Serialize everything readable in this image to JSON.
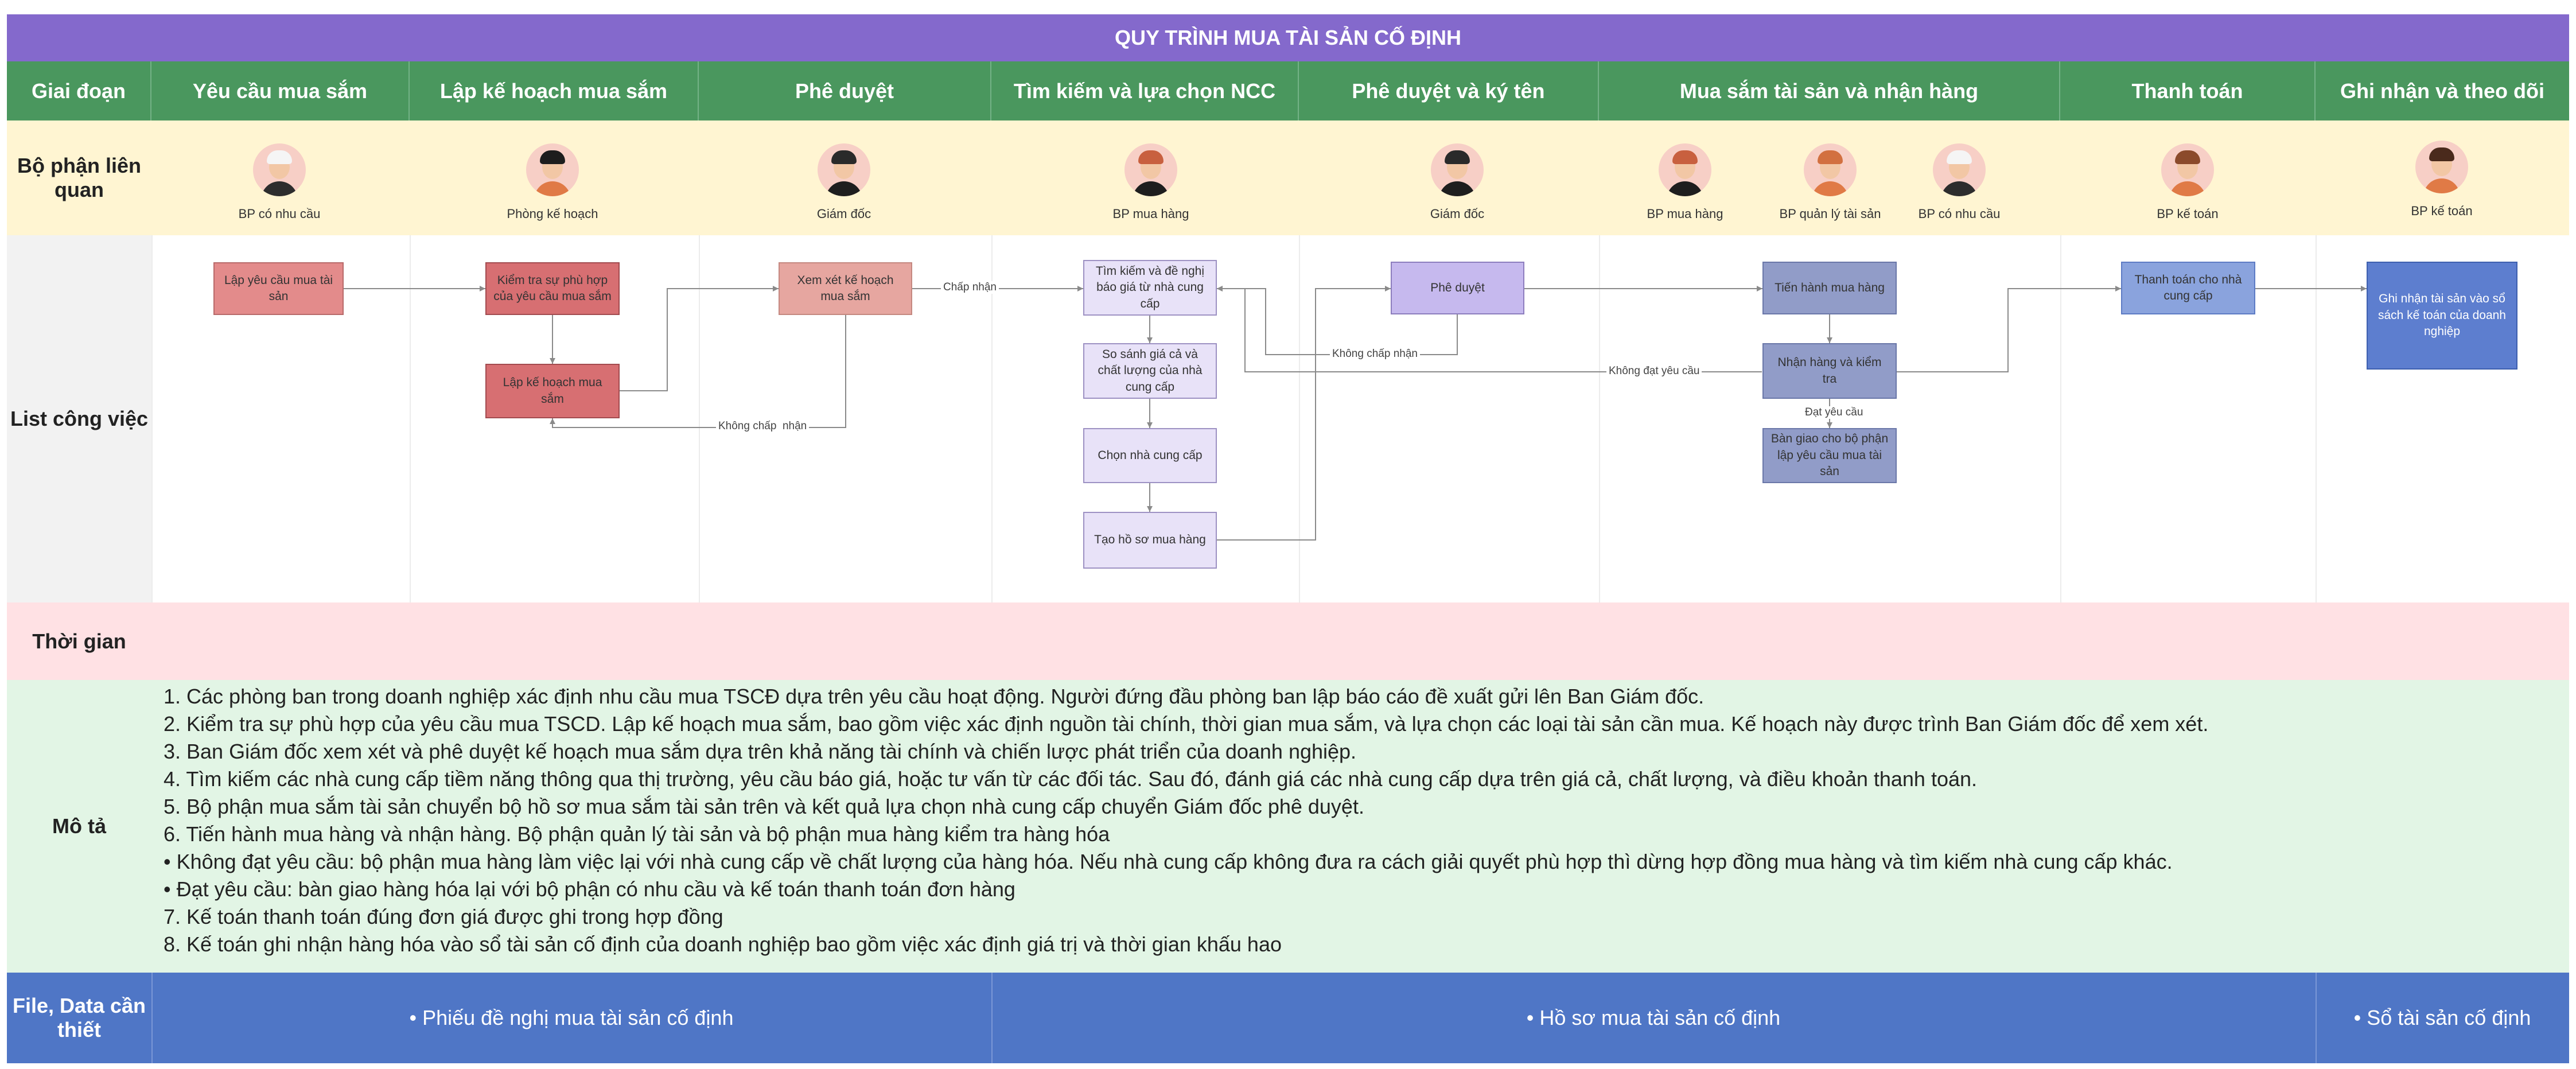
{
  "title": "QUY TRÌNH MUA TÀI SẢN CỐ ĐỊNH",
  "headers": [
    "Giai đoạn",
    "Yêu cầu mua sắm",
    "Lập kế hoạch mua sắm",
    "Phê duyệt",
    "Tìm kiếm và lựa chọn NCC",
    "Phê duyệt và ký tên",
    "Mua sắm tài sản và nhận hàng",
    "Thanh toán",
    "Ghi nhận và theo dõi"
  ],
  "row_labels": {
    "dept": "Bộ phận liên quan",
    "work": "List công việc",
    "time": "Thời gian",
    "desc": "Mô tả",
    "file": "File, Data cần thiết"
  },
  "people": [
    {
      "label": "BP có nhu cầu",
      "hair": "#F5F5F5",
      "body": "#2d2d2d"
    },
    {
      "label": "Phòng kế hoạch",
      "hair": "#1d1d1d",
      "body": "#E07A46"
    },
    {
      "label": "Giám đốc",
      "hair": "#2a2a2a",
      "body": "#1e1e1e"
    },
    {
      "label": "BP mua hàng",
      "hair": "#C8603F",
      "body": "#1e1e1e"
    },
    {
      "label": "Giám đốc",
      "hair": "#2a2a2a",
      "body": "#1e1e1e"
    },
    {
      "label": "BP mua hàng",
      "hair": "#C8603F",
      "body": "#1e1e1e"
    },
    {
      "label": "BP quản lý tài sản",
      "hair": "#D27040",
      "body": "#E07A46"
    },
    {
      "label": "BP có nhu cầu",
      "hair": "#F5F5F5",
      "body": "#2d2d2d"
    },
    {
      "label": "BP kế toán",
      "hair": "#8B4A2B",
      "body": "#E07A46"
    },
    {
      "label": "BP kế toán",
      "hair": "#4a2a1c",
      "body": "#E07A46"
    }
  ],
  "tasks": {
    "t1": "Lập yêu cầu mua tài sản",
    "t2": "Kiểm tra sự phù hợp của yêu cầu mua sắm",
    "t3": "Lập kế hoạch mua sắm",
    "t4": "Xem xét kế hoạch mua sắm",
    "t5": "Tìm kiếm và đề nghị báo giá từ nhà cung cấp",
    "t6": "So sánh giá cả và chất lượng của nhà cung cấp",
    "t7": "Chọn nhà cung cấp",
    "t8": "Tạo hồ sơ mua hàng",
    "t9": "Phê duyệt",
    "t10": "Tiến hành mua hàng",
    "t11": "Nhận hàng và kiểm tra",
    "t12": "Bàn giao cho bộ phận lập yêu cầu mua tài sản",
    "t13": "Thanh toán cho nhà cung cấp",
    "t14": "Ghi nhận tài sản vào sổ sách kế toán của doanh nghiệp"
  },
  "edge_labels": {
    "approved": "Chấp nhận",
    "rejected_plan": "Không chấp  nhận",
    "rejected_dir": "Không chấp nhận",
    "not_meet": "Không đạt yêu cầu",
    "meet": "Đạt yêu cầu"
  },
  "description": [
    "1. Các phòng ban trong doanh nghiệp xác định nhu cầu mua TSCĐ dựa trên yêu cầu hoạt động. Người đứng đầu phòng ban lập báo cáo đề xuất gửi lên Ban Giám đốc.",
    "2. Kiểm tra sự phù hợp của yêu cầu mua TSCD. Lập kế hoạch mua sắm, bao gồm việc xác định nguồn tài chính, thời gian mua sắm, và lựa chọn các loại tài sản cần mua. Kế hoạch này được trình Ban Giám đốc để xem xét.",
    "3. Ban Giám đốc xem xét và phê duyệt kế hoạch mua sắm dựa trên khả năng tài chính và chiến lược phát triển của doanh nghiệp.",
    "4. Tìm kiếm các nhà cung cấp tiềm năng thông qua thị trường, yêu cầu báo giá, hoặc tư vấn từ các đối tác. Sau đó, đánh giá các nhà cung cấp dựa trên giá cả, chất lượng, và điều khoản thanh toán.",
    "5. Bộ phận mua sắm tài sản chuyển bộ hồ sơ mua sắm tài sản trên và kết quả lựa chọn nhà cung cấp chuyển Giám đốc phê duyệt.",
    "6. Tiến hành mua hàng và nhận hàng. Bộ phận quản lý tài sản và bộ phận mua hàng kiểm tra hàng hóa",
    "•  Không đạt yêu cầu: bộ phận mua hàng làm việc lại với nhà cung cấp về chất lượng của hàng hóa. Nếu nhà cung cấp không đưa ra cách giải quyết phù hợp thì dừng hợp đồng mua hàng và tìm kiếm nhà cung cấp khác.",
    "•  Đạt yêu cầu: bàn giao hàng hóa lại với bộ phận có nhu cầu và kế toán thanh toán đơn hàng",
    "7. Kế toán thanh toán đúng đơn giá được ghi trong hợp đồng",
    "8. Kế toán ghi nhận hàng hóa vào sổ tài sản cố định của doanh nghiệp bao gồm việc xác định giá trị và thời gian khấu hao"
  ],
  "files": [
    "•  Phiếu đề nghị mua tài sản cố định",
    "•  Hồ sơ mua tài sản cố định",
    "•  Sổ tài sản cố định"
  ]
}
